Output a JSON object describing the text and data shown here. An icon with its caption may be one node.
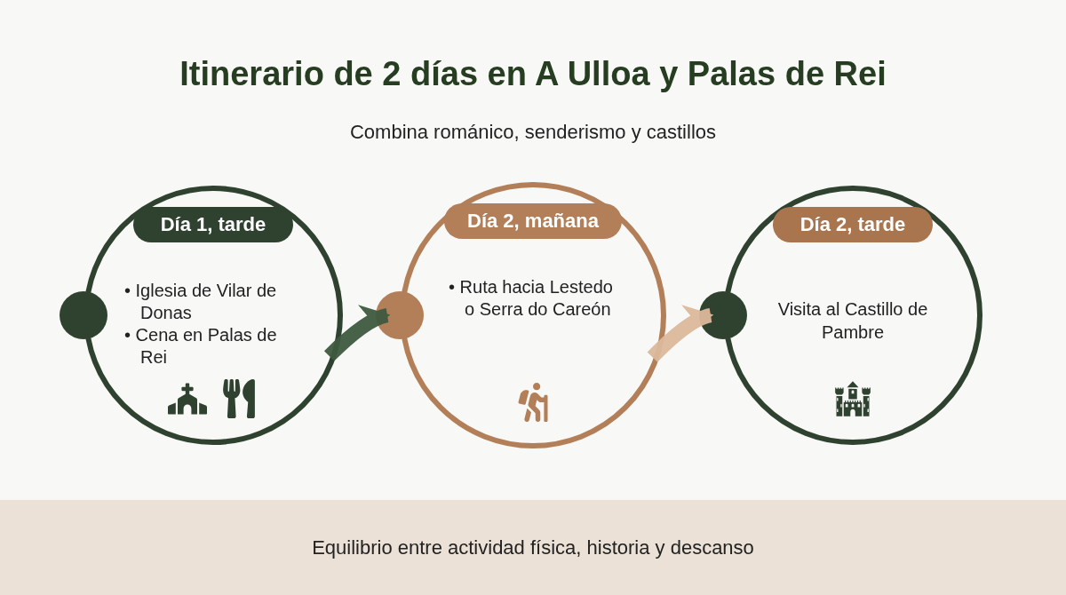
{
  "diagram": {
    "title": "Itinerario de 2 días en A Ulloa y Palas de Rei",
    "caption": "Combina románico, senderismo y castillos",
    "nodes": [
      {
        "text": [
          "Día 1, tarde",
          "• Iglesia de Vilar de Donas",
          "• Cena en Palas de Rei"
        ]
      },
      {
        "text": [
          "Día 2, mañana",
          "• Ruta hacia Lestedo o Serra do Careón"
        ]
      },
      {
        "text": [
          "Día 2, tarde",
          "Visita al Castillo de Pambre"
        ]
      },
      {
        "text": [
          "Equilibrio entre actividad física, historia y descanso"
        ]
      }
    ],
    "edges": [
      {
        "from": 0,
        "to": 1,
        "arrow": "to",
        "color": "#3f5a40"
      },
      {
        "from": 1,
        "to": 2,
        "arrow": "to",
        "color": "#dcb99b"
      }
    ]
  }
}
